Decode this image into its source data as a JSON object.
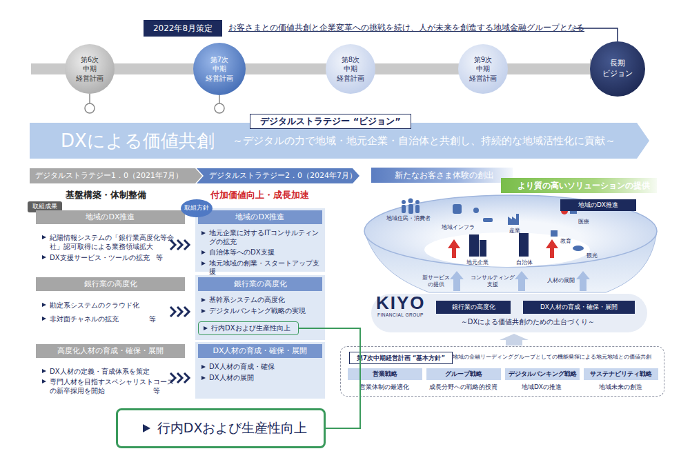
{
  "diagram": {
    "nodes": [
      {
        "text": [
          "2022年8月策定"
        ]
      },
      {
        "text": [
          "第6次 中期 経営計画"
        ]
      },
      {
        "text": [
          "第7次 中期 経営計画"
        ]
      },
      {
        "text": [
          "第8次 中期 経営計画"
        ]
      },
      {
        "text": [
          "第9次 中期 経営計画"
        ]
      },
      {
        "text": [
          "長期 ビジョン"
        ]
      },
      {
        "text": [
          "デジタルストラテジー “ビジョン”"
        ]
      },
      {
        "text": [
          "DXによる価値共創",
          "～デジタルの力で地域・地元企業・自治体と共創し、持続的な地域活性化に貢献～"
        ]
      },
      {
        "text": [
          "デジタルストラテジー1．0（2021年7月）"
        ]
      },
      {
        "text": [
          "デジタルストラテジー2．0（2024年7月）"
        ]
      },
      {
        "text": [
          "新たなお客さま体験の創出"
        ]
      },
      {
        "text": [
          "より質の高いソリューションの提供"
        ]
      },
      {
        "text": [
          "取組成果"
        ]
      },
      {
        "text": [
          "地域のDX推進"
        ]
      },
      {
        "text": [
          "取組方針"
        ]
      },
      {
        "text": [
          "地元企業に対するITコンサルティングの拡充",
          "自治体等へのDX支援",
          "地元地域の創業・スタートアップ支援"
        ]
      },
      {
        "text": [
          "地域のDX推進"
        ],
        "in": 15
      },
      {
        "text": [
          "銀行業の高度化"
        ]
      },
      {
        "text": [
          "基幹系システムの高度化",
          "デジタルバンキング戦略の実現"
        ]
      },
      {
        "text": [
          "銀行業の高度化"
        ],
        "in": 18
      },
      {
        "text": [
          "行内DXおよび生産性向上"
        ],
        "in": 18
      },
      {
        "text": [
          "高度化人材の育成・確保・展開"
        ]
      },
      {
        "text": [
          "DX人材の育成・確保",
          "DX人材の展開"
        ]
      },
      {
        "text": [
          "DX人材の育成・確保・展開"
        ],
        "in": 22
      },
      {
        "text": [
          "行内DXおよび生産性向上"
        ]
      },
      {
        "text": [
          "地域のDX推進"
        ]
      },
      {
        "text": [
          "銀行業の高度化"
        ]
      },
      {
        "text": [
          "DX人材の育成・確保・展開"
        ]
      },
      {
        "text": [
          "地域の金融リーディンググループとしての機能発揮による地元地域との価値共創"
        ]
      },
      {
        "text": [
          "第7次中期経営計画 “基本方針”"
        ],
        "in": 28
      },
      {
        "text": [
          "営業戦略"
        ],
        "in": 28
      },
      {
        "text": [
          "グループ戦略"
        ],
        "in": 28
      },
      {
        "text": [
          "デジタルバンキング戦略"
        ],
        "in": 28
      },
      {
        "text": [
          "サステナビリティ戦略"
        ],
        "in": 28
      }
    ],
    "edges": [
      {
        "from": 20,
        "to": 24,
        "arrow": "none"
      }
    ],
    "labels": [
      "お客さまとの価値共創と企業変革への挑戦を続け、人が未来を創造する地域金融グループとなる",
      "基盤構築・体制整備",
      "付加価値向上・成長加速",
      "紀陽情報システムの「銀行業高度化等会社」認可取得による業務領域拡大",
      "DX支援サービス・ツールの拡充",
      "等",
      "勘定系システムのクラウド化",
      "非対面チャネルの拡充",
      "等",
      "DX人材の定義・育成体系を策定",
      "専門人材を目指すスペシャリストコースの新卒採用を開始",
      "等",
      "地域住民・消費者",
      "地域インフラ",
      "産業",
      "医療",
      "教育",
      "観光",
      "地元企業",
      "自治体",
      "新サービスの提供",
      "コンサルティング支援",
      "人材の展開",
      "KIYO",
      "FINANCIAL GROUP",
      "～DXによる価値共創のための土台づくり～",
      "営業体制の最適化",
      "成長分野への戦略的投資",
      "地域DXの推進",
      "地域未来の創造"
    ]
  }
}
